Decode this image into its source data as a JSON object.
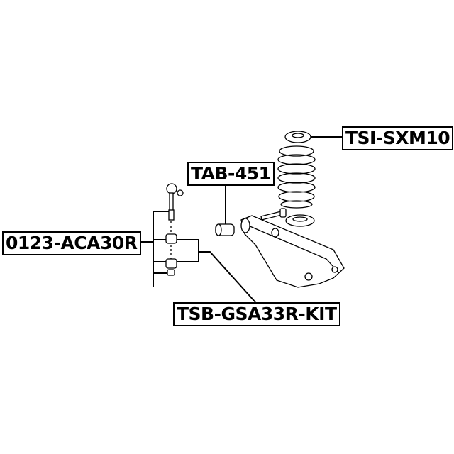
{
  "diagram": {
    "type": "exploded parts diagram",
    "subject": "rear suspension assembly (stabilizer link, coil spring, trailing arm)",
    "labels": [
      {
        "id": "tsi",
        "text": "TSI-SXM10",
        "points_to": "spring upper insulator"
      },
      {
        "id": "tab",
        "text": "TAB-451",
        "points_to": "arm bushing"
      },
      {
        "id": "link",
        "text": "0123-ACA30R",
        "points_to": "stabilizer link"
      },
      {
        "id": "tsb",
        "text": "TSB-GSA33R-KIT",
        "points_to": "stabilizer bushing kit"
      }
    ]
  }
}
